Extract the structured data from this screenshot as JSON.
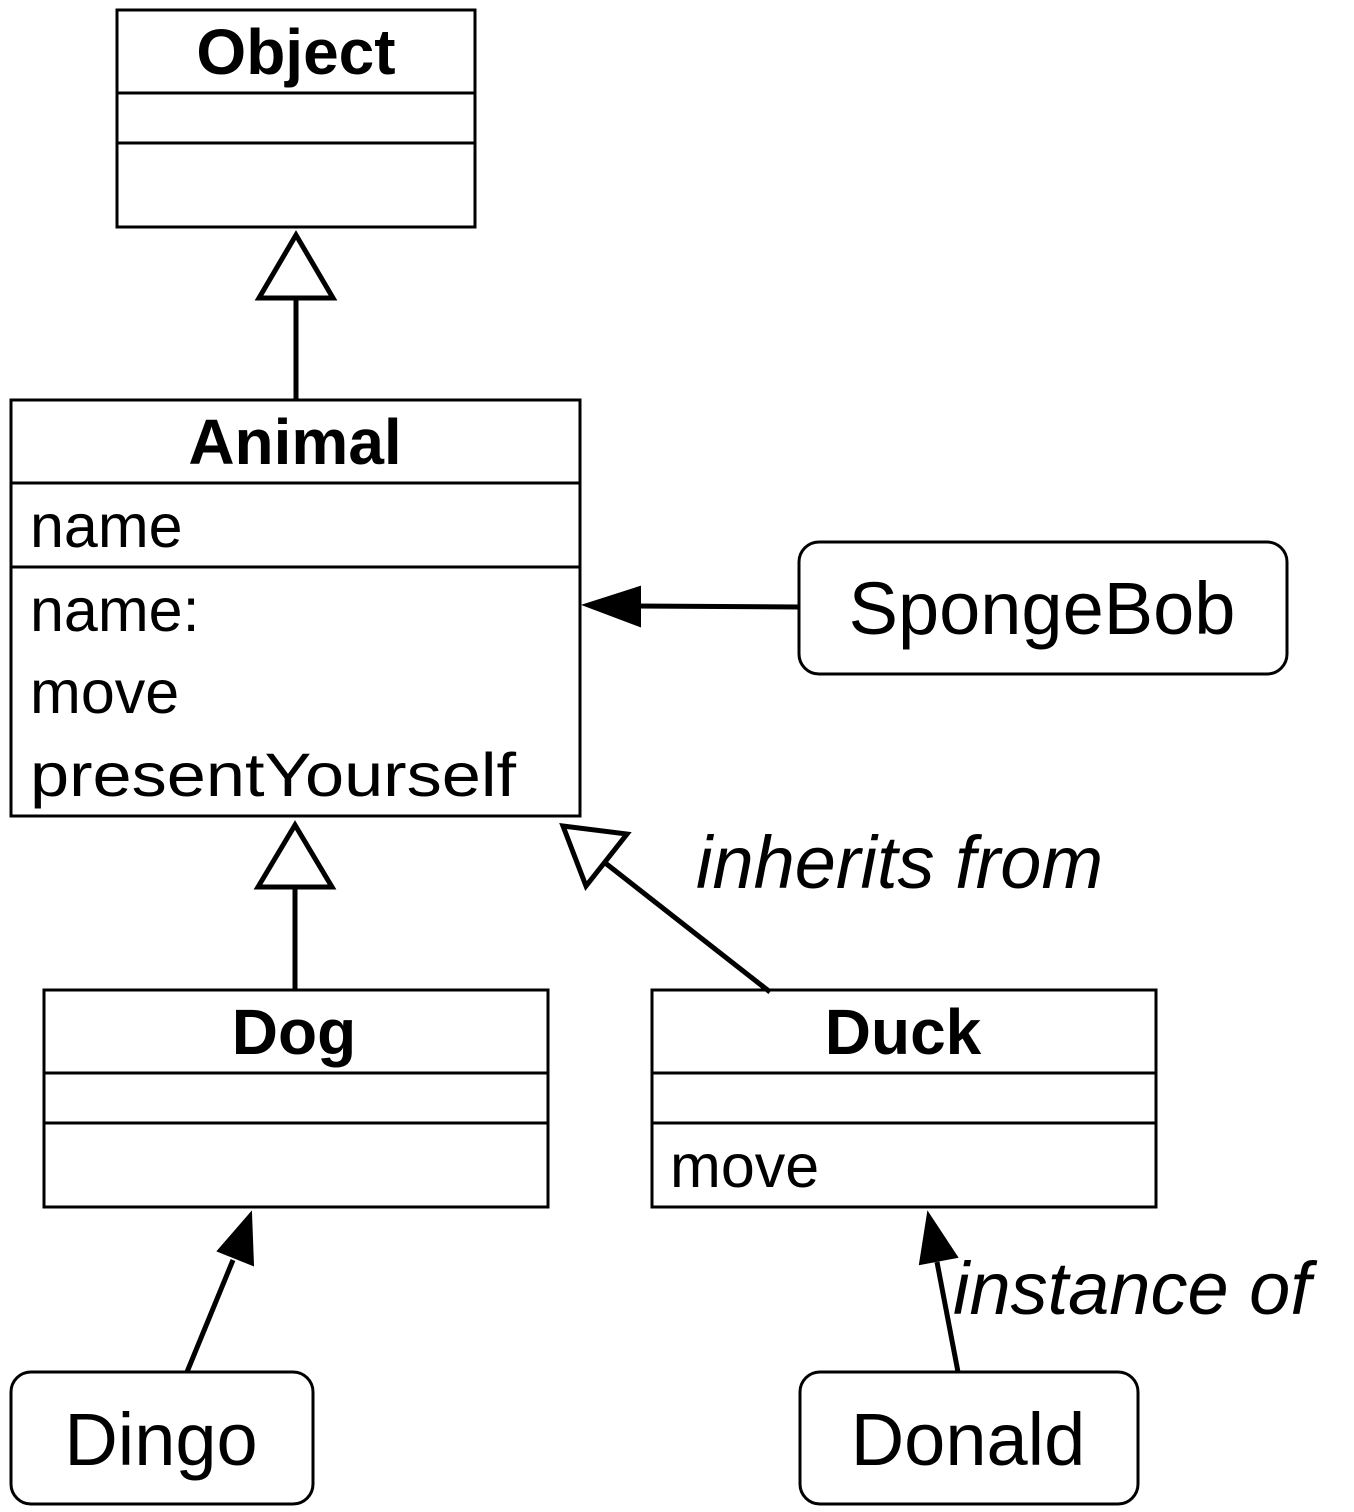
{
  "classes": {
    "object": {
      "name": "Object",
      "attributes": [],
      "methods": []
    },
    "animal": {
      "name": "Animal",
      "attributes": [
        "name"
      ],
      "methods": [
        "name:",
        "move",
        "presentYourself"
      ]
    },
    "dog": {
      "name": "Dog",
      "attributes": [],
      "methods": []
    },
    "duck": {
      "name": "Duck",
      "attributes": [],
      "methods": [
        "move"
      ]
    }
  },
  "instances": {
    "spongebob": "SpongeBob",
    "dingo": "Dingo",
    "donald": "Donald"
  },
  "annotations": {
    "inherits": "inherits from",
    "instance": "instance of"
  }
}
